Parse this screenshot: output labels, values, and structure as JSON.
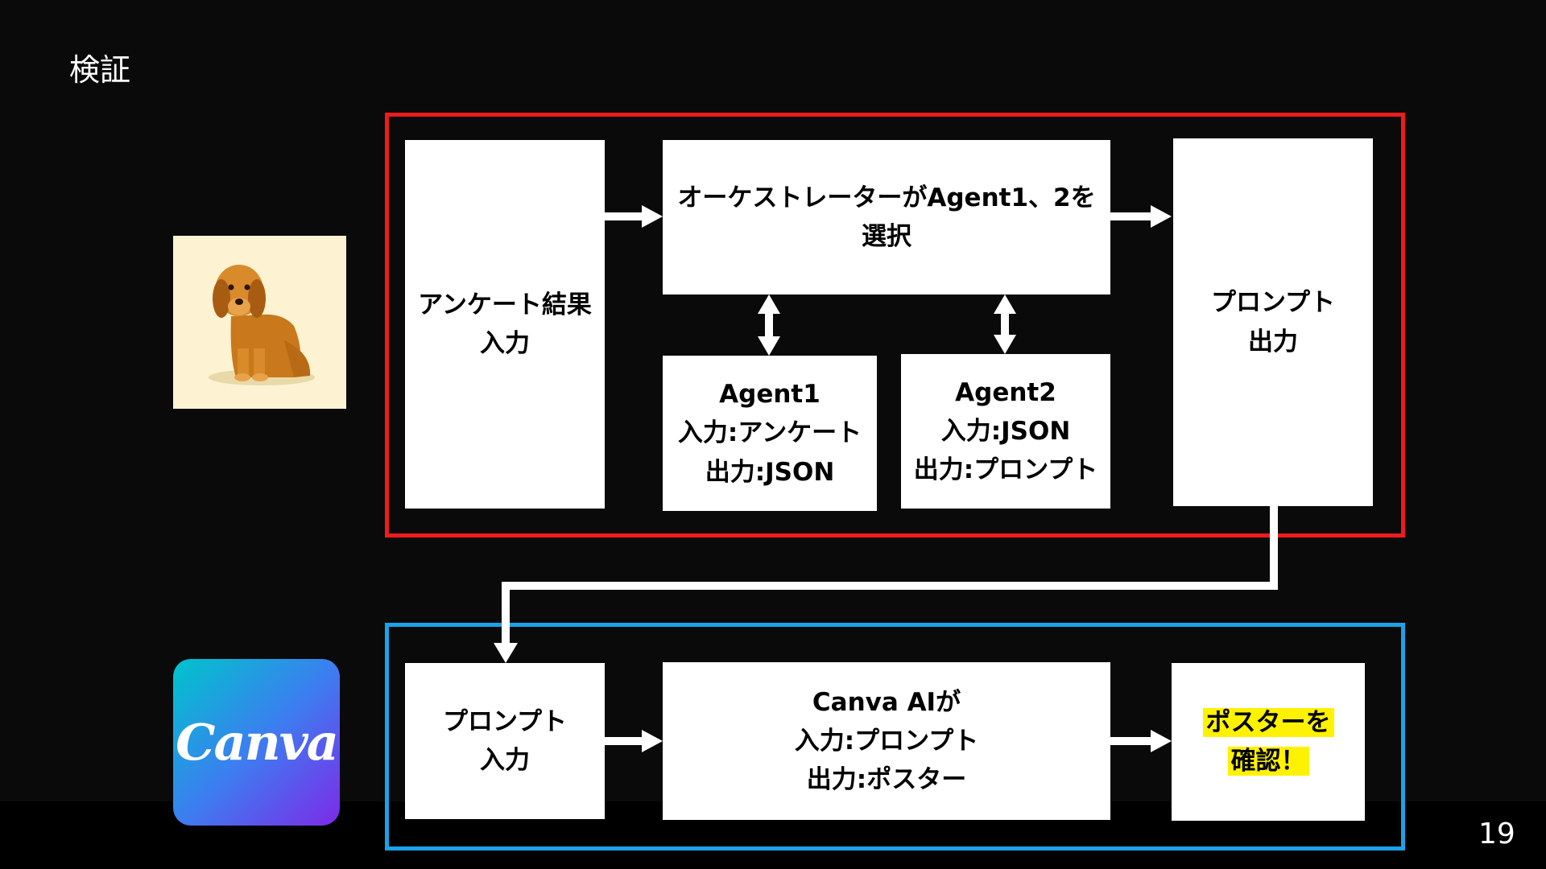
{
  "slide": {
    "title": "検証",
    "page_number": "19"
  },
  "top_section": {
    "survey_input": [
      "アンケート結果",
      "入力"
    ],
    "orchestrator": [
      "オーケストレーターがAgent1、2を",
      "選択"
    ],
    "agent1": [
      "Agent1",
      "入力:アンケート",
      "出力:JSON"
    ],
    "agent2": [
      "Agent2",
      "入力:JSON",
      "出力:プロンプト"
    ],
    "prompt_output": [
      "プロンプト",
      "出力"
    ]
  },
  "bottom_section": {
    "prompt_input": [
      "プロンプト",
      "入力"
    ],
    "canva_ai": [
      "Canva AIが",
      "入力:プロンプト",
      "出力:ポスター"
    ],
    "poster_check": [
      "ポスターを",
      "確認！"
    ]
  },
  "logos": {
    "canva": "Canva"
  },
  "colors": {
    "background": "#0b0a0a",
    "top_frame": "#ec1c1c",
    "bottom_frame": "#1aa3e8",
    "highlight": "#fff200"
  }
}
